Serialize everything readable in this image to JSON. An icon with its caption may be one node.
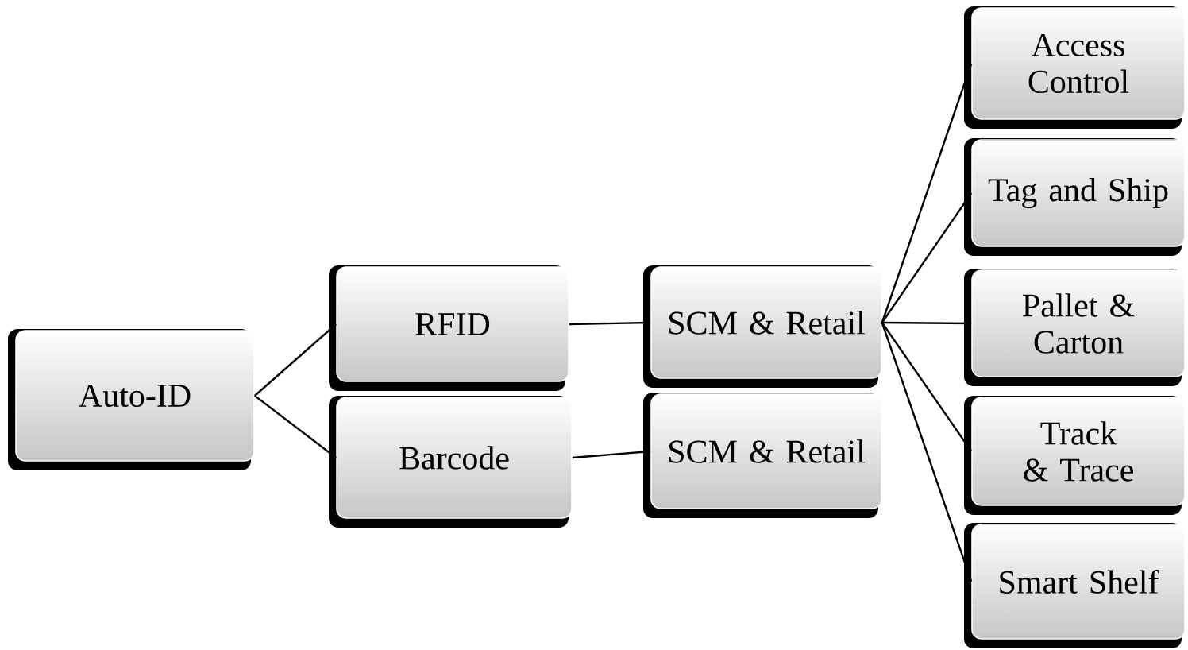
{
  "diagram": {
    "nodes": [
      {
        "text": [
          "Auto-ID"
        ]
      },
      {
        "text": [
          "RFID"
        ]
      },
      {
        "text": [
          "Barcode"
        ]
      },
      {
        "text": [
          "SCM & Retail"
        ]
      },
      {
        "text": [
          "SCM & Retail"
        ]
      },
      {
        "text": [
          "Access Control"
        ]
      },
      {
        "text": [
          "Tag and Ship"
        ]
      },
      {
        "text": [
          "Pallet & Carton"
        ]
      },
      {
        "text": [
          "Track & Trace"
        ]
      },
      {
        "text": [
          "Smart Shelf"
        ]
      }
    ],
    "edges": [
      {
        "from": 0,
        "to": 1,
        "arrow": "none"
      },
      {
        "from": 0,
        "to": 2,
        "arrow": "none"
      },
      {
        "from": 1,
        "to": 3,
        "arrow": "none"
      },
      {
        "from": 2,
        "to": 4,
        "arrow": "none"
      },
      {
        "from": 3,
        "to": 5,
        "arrow": "none"
      },
      {
        "from": 3,
        "to": 6,
        "arrow": "none"
      },
      {
        "from": 3,
        "to": 7,
        "arrow": "none"
      },
      {
        "from": 3,
        "to": 8,
        "arrow": "none"
      },
      {
        "from": 3,
        "to": 9,
        "arrow": "none"
      }
    ]
  }
}
